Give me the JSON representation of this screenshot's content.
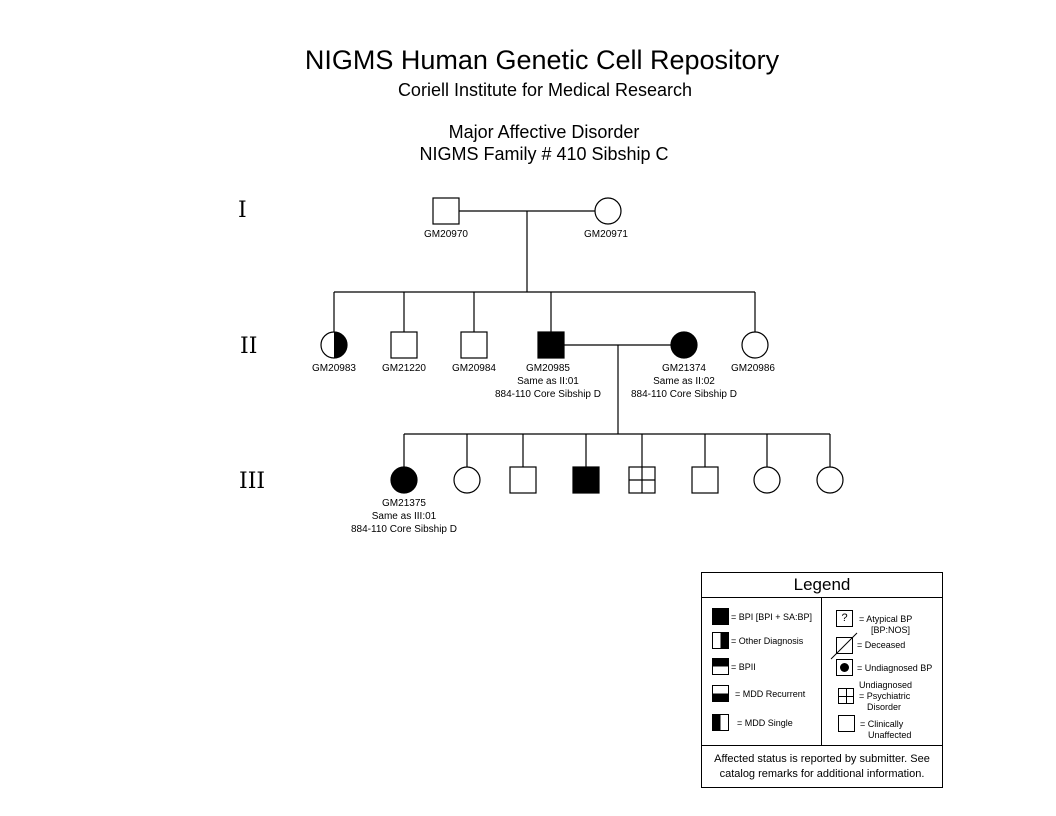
{
  "header": {
    "title": "NIGMS Human Genetic Cell Repository",
    "subtitle": "Coriell Institute for Medical Research",
    "disorder": "Major Affective Disorder",
    "family": "NIGMS Family # 410 Sibship C"
  },
  "generations": [
    "I",
    "II",
    "III"
  ],
  "individuals": {
    "I1": {
      "id": "GM20970",
      "sex": "male",
      "status": "clinically unaffected"
    },
    "I2": {
      "id": "GM20971",
      "sex": "female",
      "status": "clinically unaffected"
    },
    "II1": {
      "id": "GM20983",
      "sex": "female",
      "status": "other diagnosis"
    },
    "II2": {
      "id": "GM21220",
      "sex": "male",
      "status": "clinically unaffected"
    },
    "II3": {
      "id": "GM20984",
      "sex": "male",
      "status": "clinically unaffected"
    },
    "II4": {
      "id": "GM20985",
      "sex": "male",
      "status": "BPI",
      "note1": "Same as II:01",
      "note2": "884-110 Core Sibship D"
    },
    "II5": {
      "id": "GM21374",
      "sex": "female",
      "status": "BPI",
      "note1": "Same as II:02",
      "note2": "884-110 Core Sibship D"
    },
    "II6": {
      "id": "GM20986",
      "sex": "female",
      "status": "clinically unaffected"
    },
    "III1": {
      "id": "GM21375",
      "sex": "female",
      "status": "BPI",
      "note1": "Same as III:01",
      "note2": "884-110 Core Sibship D"
    }
  },
  "legend": {
    "title": "Legend",
    "items": {
      "bpi": "= BPI [BPI + SA:BP]",
      "other": "= Other Diagnosis",
      "bpii": "= BPII",
      "mdd_rec": "= MDD Recurrent",
      "mdd_single": "= MDD Single",
      "atypical_symbol": "?",
      "atypical_1": "=  Atypical BP",
      "atypical_2": "[BP:NOS]",
      "deceased": "= Deceased",
      "undiag_bp": "= Undiagnosed BP",
      "undiag_psych_1": "Undiagnosed",
      "undiag_psych_2": "= Psychiatric",
      "undiag_psych_3": "Disorder",
      "unaffected_1": "= Clinically",
      "unaffected_2": "Unaffected"
    },
    "footer_1": "Affected status is reported by submitter. See",
    "footer_2": "catalog remarks for additional information."
  }
}
